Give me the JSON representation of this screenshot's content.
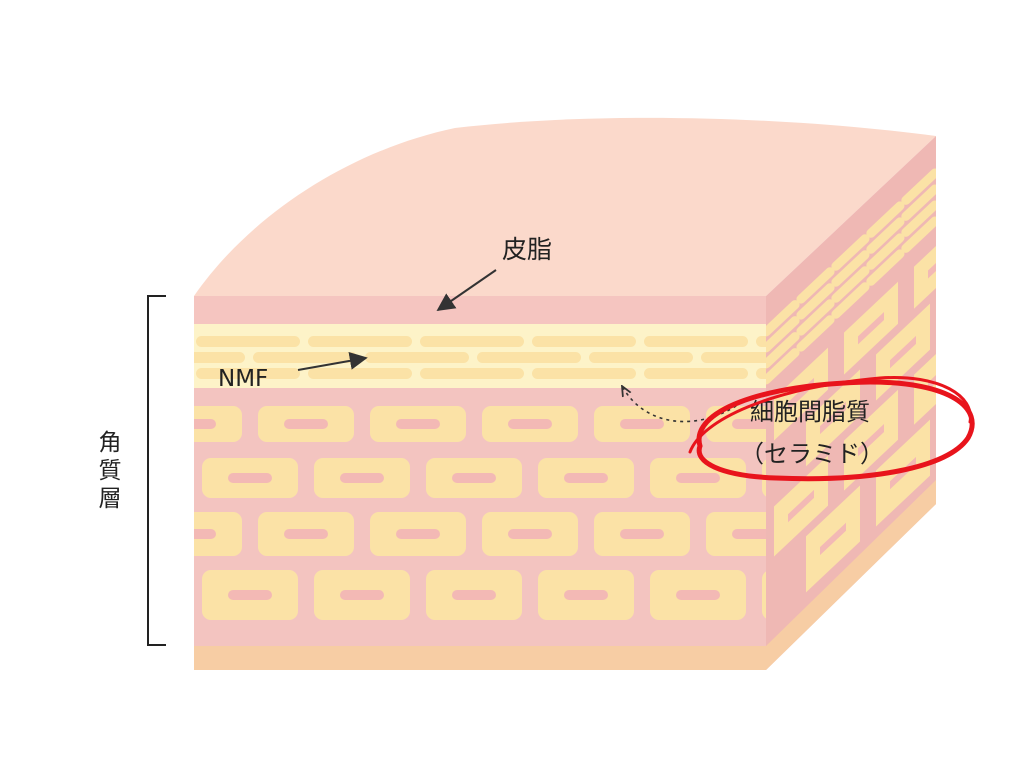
{
  "labels": {
    "sebum": "皮脂",
    "nmf": "NMF",
    "intercellular_lipid": "細胞間脂質",
    "ceramide": "（セラミド）",
    "stratum_corneum": [
      "角",
      "質",
      "層"
    ]
  },
  "colors": {
    "top_surface": "#fbd9cb",
    "sebum_layer": "#f5c5c0",
    "nmf_band": "#fdf3c8",
    "cell_fill": "#fbe2a6",
    "cell_slot": "#f3b9b5",
    "matrix": "#f3c4c0",
    "base_layer": "#f7cda4",
    "right_face": "#efb8b4",
    "highlight_ring": "#e8141c",
    "text": "#222222"
  }
}
